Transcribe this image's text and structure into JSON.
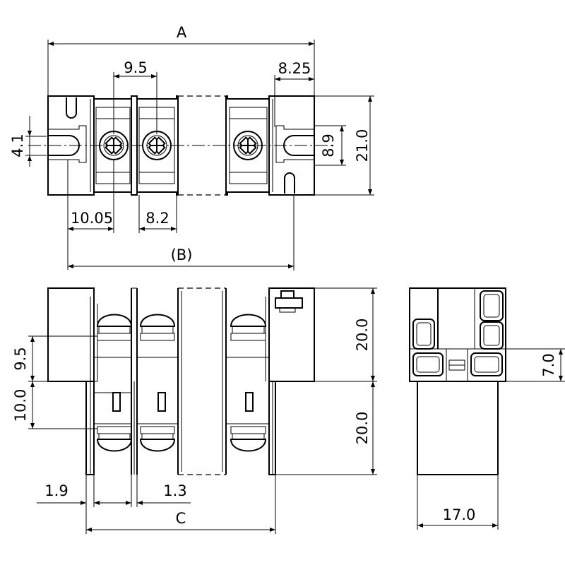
{
  "colors": {
    "stroke": "#000000",
    "background": "#ffffff"
  },
  "top_view": {
    "dim_A": "A",
    "dim_pitch": "9.5",
    "dim_end": "8.25",
    "dim_hole": "4.1",
    "dim_slot": "8.9",
    "dim_height": "21.0",
    "dim_edge": "10.05",
    "dim_between": "8.2",
    "dim_B": "(B)"
  },
  "front_view": {
    "dim_upper": "20.0",
    "dim_lower": "20.0",
    "dim_upper_left": "9.5",
    "dim_lower_left": "10.0",
    "dim_wall": "1.9",
    "dim_gap": "1.3",
    "dim_C": "C"
  },
  "side_view": {
    "dim_step": "7.0",
    "dim_width": "17.0"
  }
}
